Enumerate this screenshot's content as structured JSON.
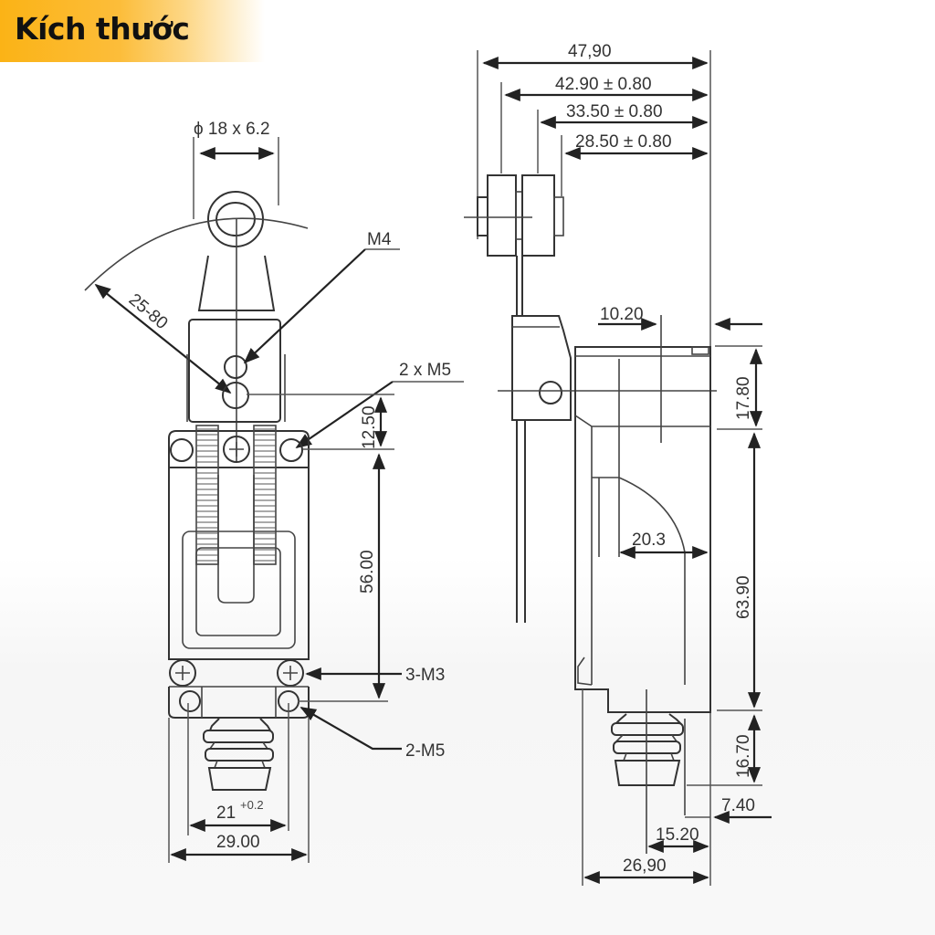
{
  "header": {
    "title": "Kích thước",
    "banner_color": "#fbb316"
  },
  "front_view": {
    "roller_diameter": "ϕ 18 x 6.2",
    "arm_radius": "25-80",
    "screw_arm": "M4",
    "screw_mount": "2 x M5",
    "dim_12_50": "12.50",
    "dim_56_00": "56.00",
    "screw_cover": "3-M3",
    "screw_base": "2-M5",
    "dim_21": "21",
    "dim_21_tol": "+0.2",
    "dim_29_00": "29.00"
  },
  "side_view": {
    "dim_47_90": "47,90",
    "dim_42_90": "42.90 ± 0.80",
    "dim_33_50": "33.50 ± 0.80",
    "dim_28_50": "28.50 ± 0.80",
    "dim_10_20": "10.20",
    "dim_17_80": "17.80",
    "dim_20_3": "20.3",
    "dim_63_90": "63.90",
    "dim_16_70": "16.70",
    "dim_7_40": "7.40",
    "dim_15_20": "15.20",
    "dim_26_90": "26,90"
  }
}
